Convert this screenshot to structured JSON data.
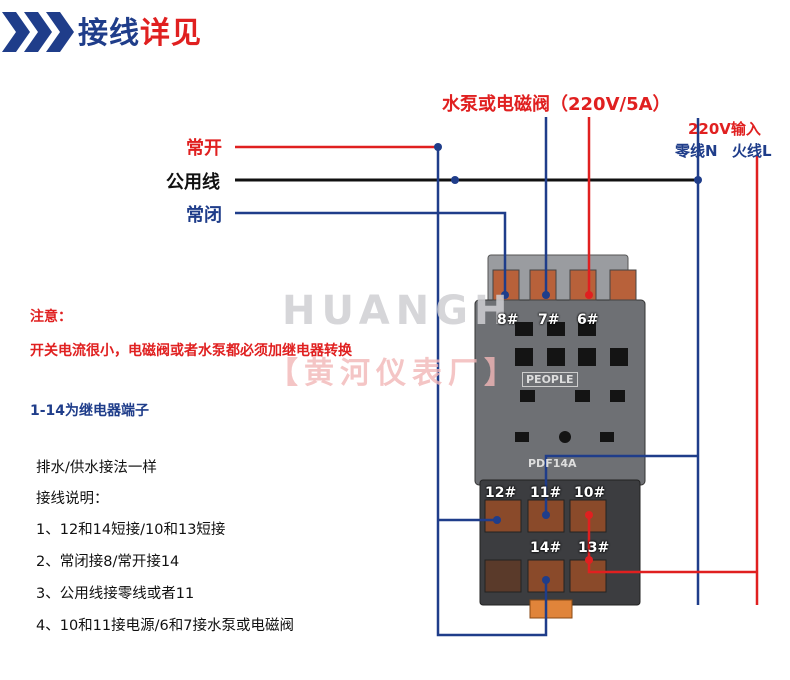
{
  "header": {
    "title_part1": "接线",
    "title_part2": "详见"
  },
  "labels": {
    "pump_valve": "水泵或电磁阀（220V/5A）",
    "input_220": "220V输入",
    "neutral": "零线N",
    "live": "火线L",
    "normally_open": "常开",
    "common_line": "公用线",
    "normally_closed": "常闭"
  },
  "watermark": {
    "brand": "HUANGH",
    "cn": "【黄河仪表厂】"
  },
  "relay": {
    "brand": "PEOPLE",
    "model": "PDF14A",
    "pins": [
      "8#",
      "7#",
      "6#",
      "12#",
      "11#",
      "10#",
      "14#",
      "13#"
    ]
  },
  "notes": {
    "title": "注意：",
    "text": "开关电流很小，电磁阀或者水泵都必须加继电器转换",
    "terminals": "1-14为继电器端子",
    "same": "排水/供水接法一样",
    "wiring_title": "接线说明：",
    "items": [
      "1、12和14短接/10和13短接",
      "2、常闭接8/常开接14",
      "3、公用线接零线或者11",
      "4、10和11接电源/6和7接水泵或电磁阀"
    ]
  },
  "colors": {
    "red": "#e02020",
    "navy": "#1f3d8a",
    "black": "#111111"
  }
}
